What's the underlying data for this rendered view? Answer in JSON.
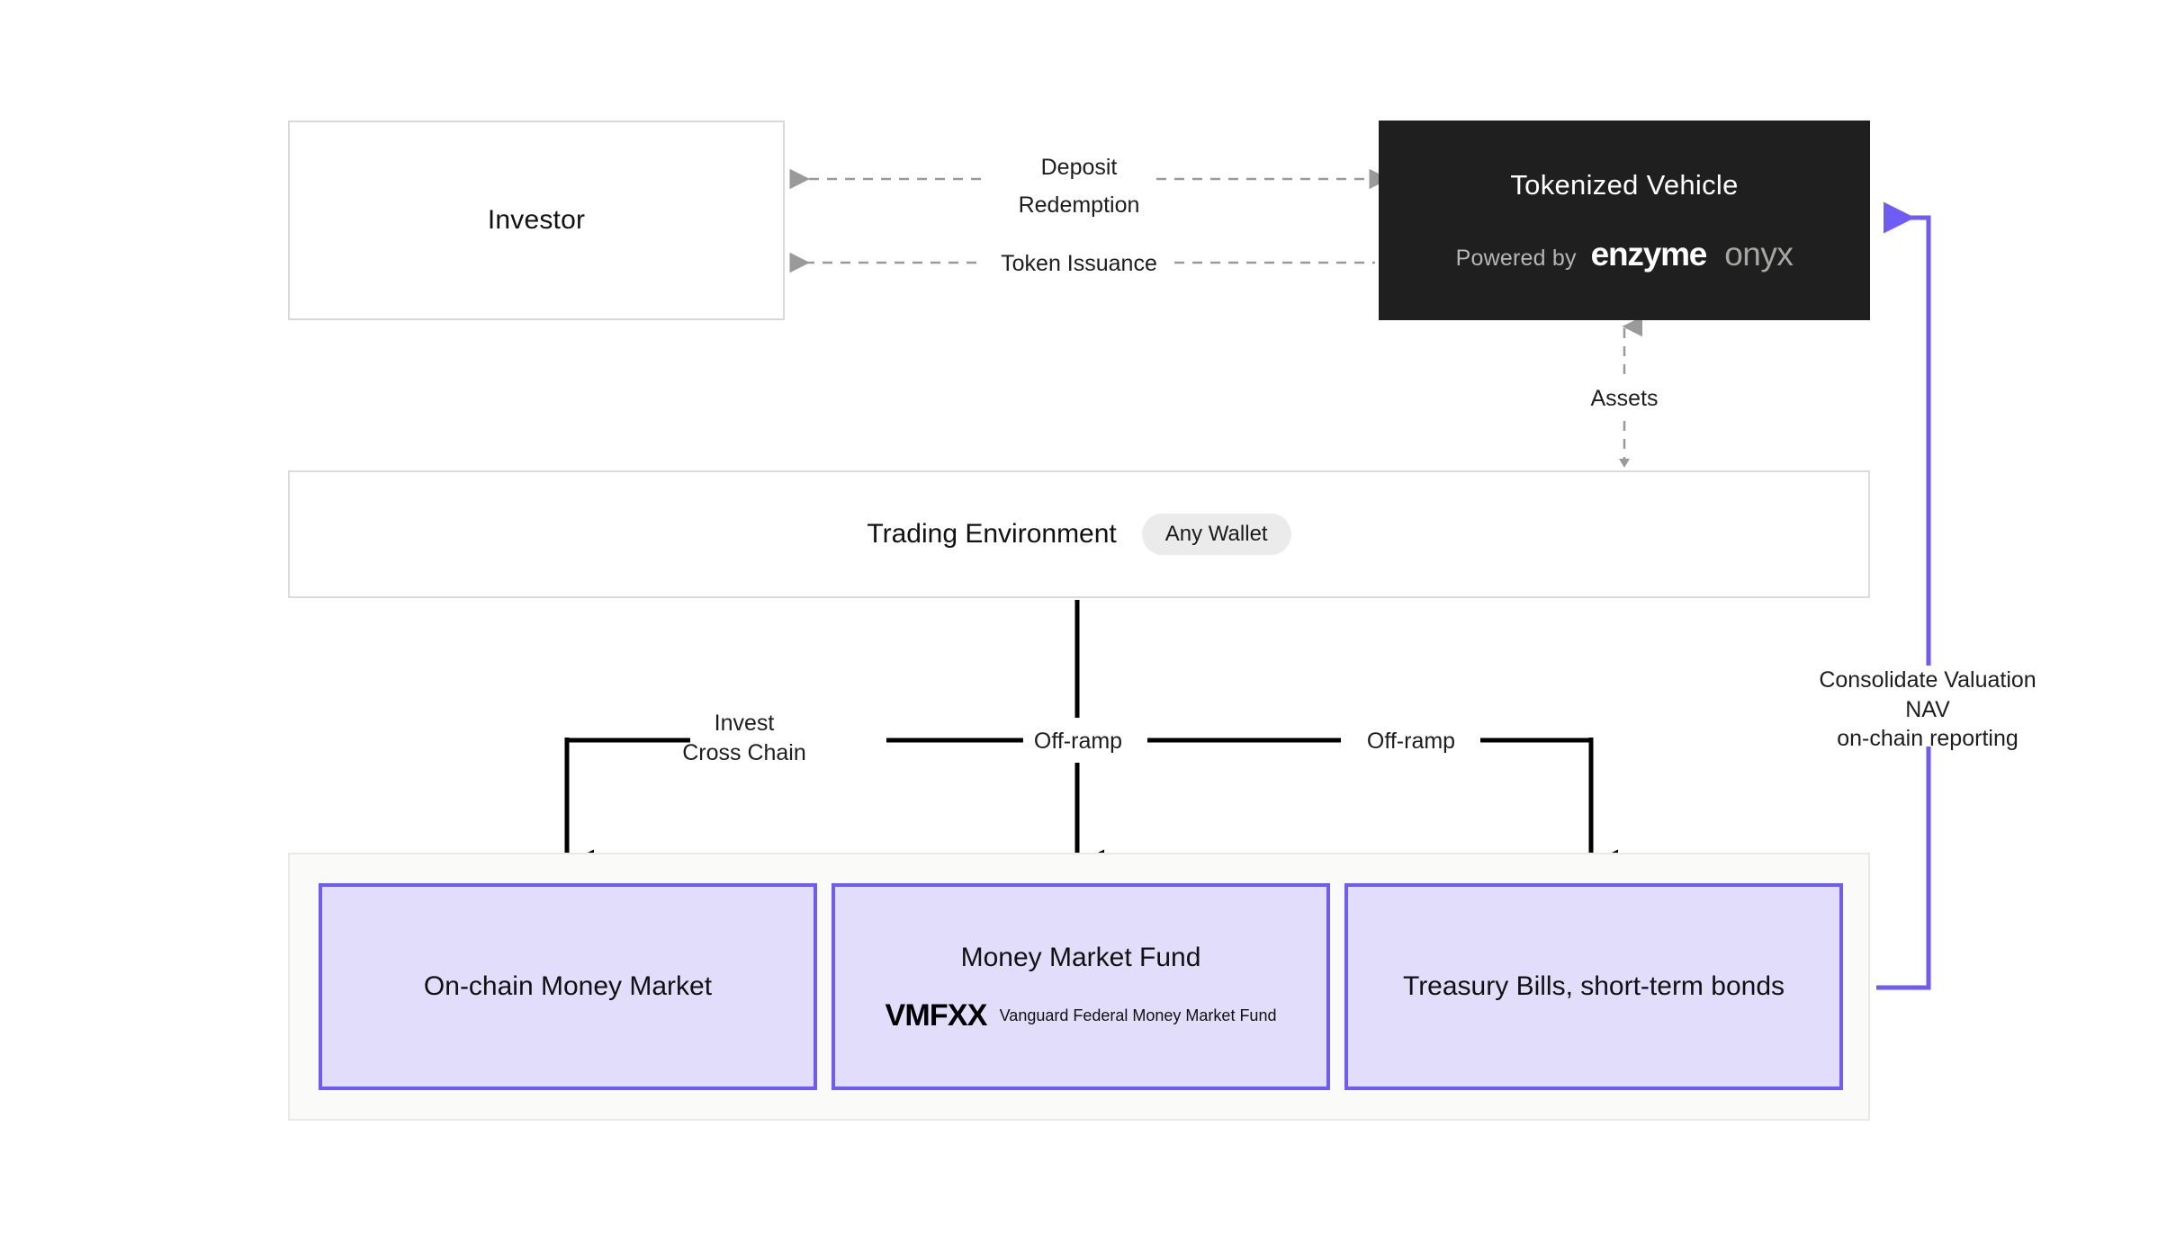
{
  "diagram": {
    "title": "Tokenized Vehicle flow diagram",
    "colors": {
      "accent_purple": "#6f5cf6",
      "product_fill": "#e2ddfa",
      "vehicle_bg": "#1f1f1f",
      "container_bg": "#fafaf8",
      "dashed_arrow": "#9a9a9a",
      "solid_arrow": "#000000"
    }
  },
  "investor": {
    "label": "Investor"
  },
  "vehicle": {
    "title": "Tokenized Vehicle",
    "powered_by": "Powered by",
    "brand_primary": "enzyme",
    "brand_secondary": "onyx"
  },
  "flows": {
    "deposit": "Deposit",
    "redemption": "Redemption",
    "token_issuance": "Token Issuance",
    "assets": "Assets",
    "invest_cross_chain": "Invest\nCross Chain",
    "off_ramp_left": "Off-ramp",
    "off_ramp_right": "Off-ramp",
    "nav_reporting": "Consolidate Valuation NAV\non-chain reporting"
  },
  "trading": {
    "label": "Trading Environment",
    "wallet_badge": "Any Wallet"
  },
  "products": [
    {
      "title": "On-chain\nMoney Market",
      "ticker": "",
      "ticker_sub": ""
    },
    {
      "title": "Money Market Fund",
      "ticker": "VMFXX",
      "ticker_sub": "Vanguard Federal\nMoney Market Fund"
    },
    {
      "title": "Treasury Bills,\nshort-term bonds",
      "ticker": "",
      "ticker_sub": ""
    }
  ]
}
